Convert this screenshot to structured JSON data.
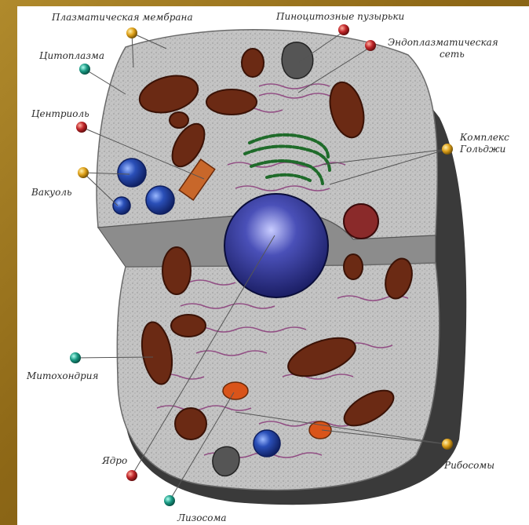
{
  "labels": {
    "plasma_membrane": "Плазматическая мембрана",
    "pinocytic_vesicles": "Пиноцитозные пузырьки",
    "cytoplasm": "Цитоплазма",
    "er_line1": "Эндоплазматическая",
    "er_line2": "сеть",
    "centriole": "Центриоль",
    "golgi_line1": "Комплекс",
    "golgi_line2": "Гольджи",
    "vacuole": "Вакуоль",
    "mitochondria": "Митохондрия",
    "nucleus": "Ядро",
    "ribosomes": "Рибосомы",
    "lysosome": "Лизосома"
  },
  "colors": {
    "slide_background": "#8d6716",
    "cytoplasm": "#bdbdbd",
    "cell_shadow": "#3a3a3a",
    "mitochondria": "#6b2a14",
    "nucleus": "#3b3f9a",
    "vacuole": "#2a4fb8",
    "golgi": "#1f6b2a",
    "er": "#8a3a7a",
    "lysosome": "#d9541a",
    "pin_gold": "#e0a21a",
    "pin_red": "#c0262a",
    "pin_teal": "#1a9a84"
  }
}
